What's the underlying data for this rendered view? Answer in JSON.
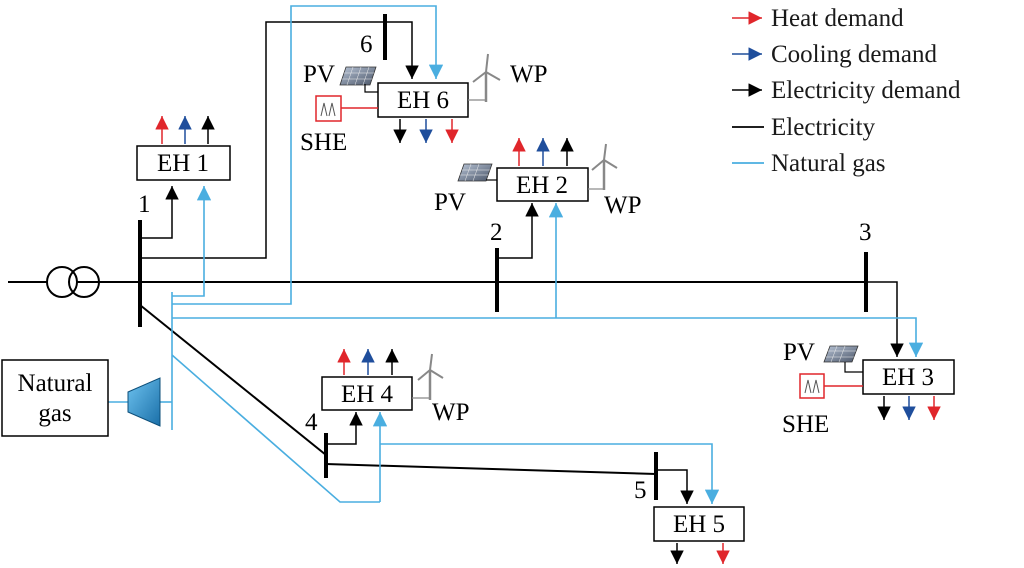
{
  "colors": {
    "heat": "#e0262b",
    "cooling": "#1f4e9c",
    "electricity": "#000000",
    "gas": "#4aaee0"
  },
  "legend": {
    "heat": "Heat demand",
    "cooling": "Cooling demand",
    "electricity_demand": "Electricity demand",
    "electricity": "Electricity",
    "gas": "Natural gas"
  },
  "hubs": {
    "eh1": "EH 1",
    "eh2": "EH 2",
    "eh3": "EH 3",
    "eh4": "EH 4",
    "eh5": "EH 5",
    "eh6": "EH 6"
  },
  "buses": {
    "b1": "1",
    "b2": "2",
    "b3": "3",
    "b4": "4",
    "b5": "5",
    "b6": "6"
  },
  "devices": {
    "pv": "PV",
    "wp": "WP",
    "she": "SHE"
  },
  "source": {
    "gas_line1": "Natural",
    "gas_line2": "gas"
  }
}
